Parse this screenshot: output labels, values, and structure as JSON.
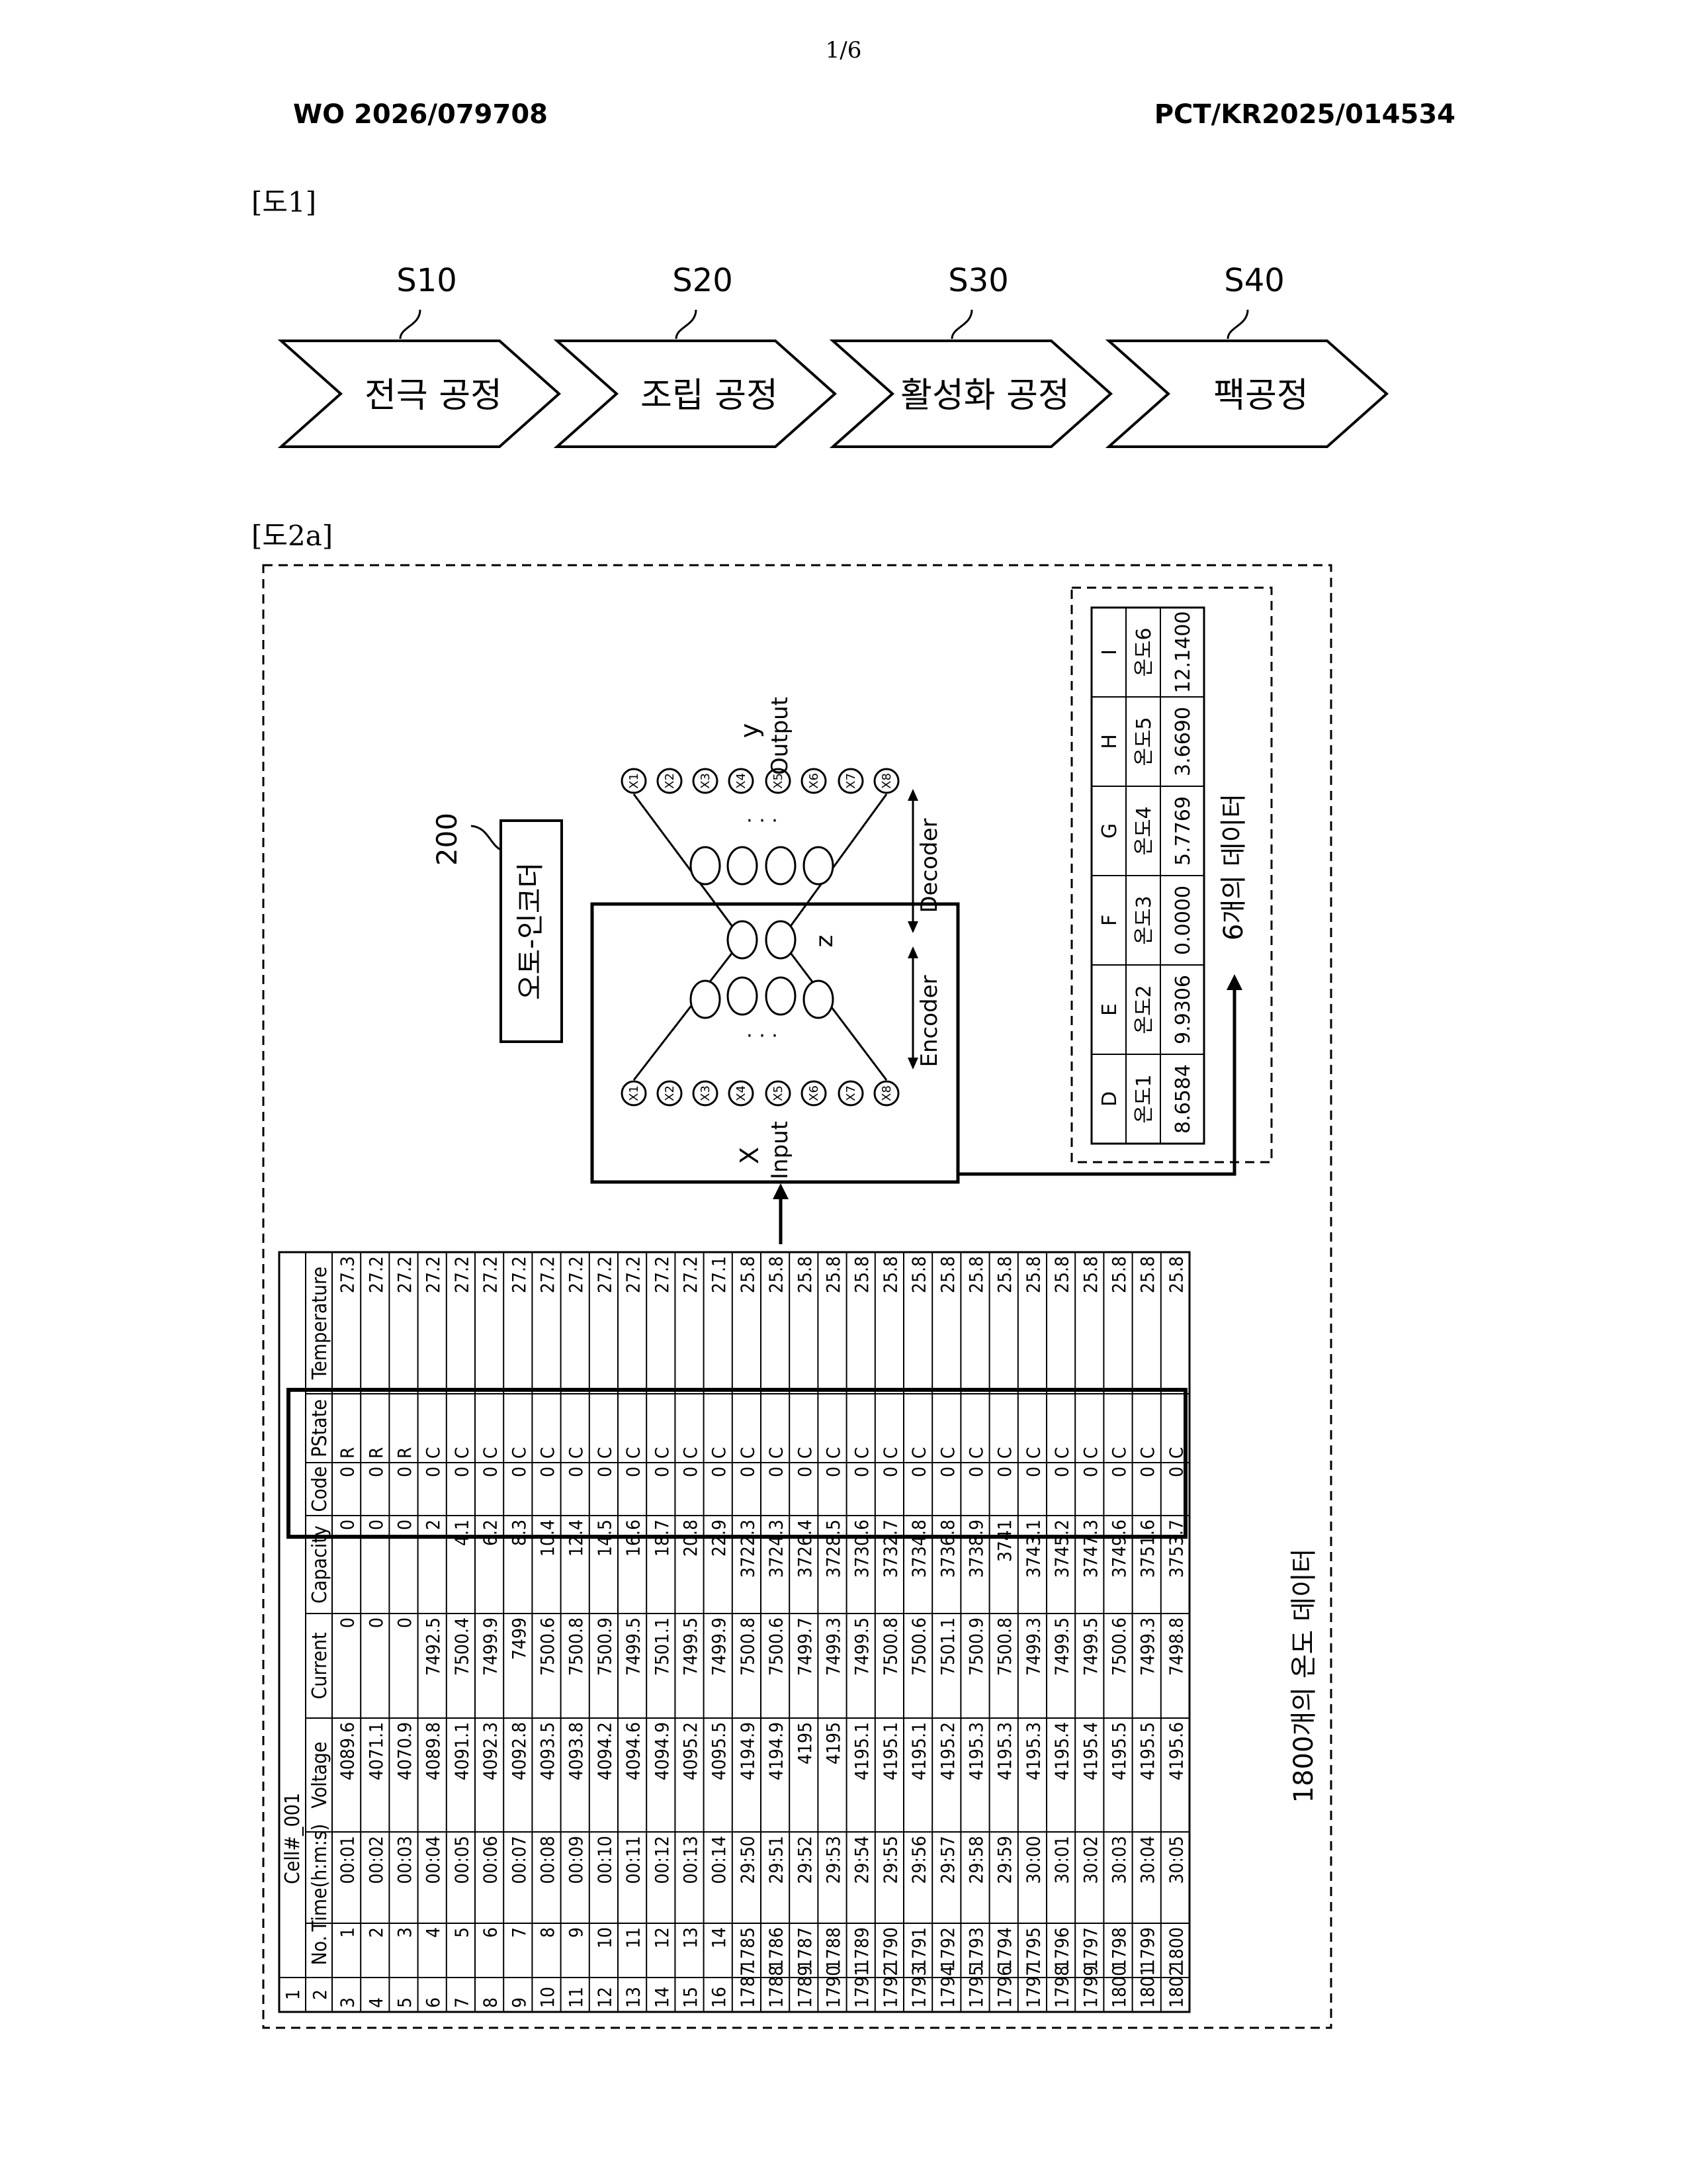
{
  "page": {
    "page_number": "1/6",
    "pub_number": "WO 2026/079708",
    "app_number": "PCT/KR2025/014534"
  },
  "fig1": {
    "label": "[도1]",
    "steps": [
      {
        "code": "S10",
        "name": "전극 공정"
      },
      {
        "code": "S20",
        "name": "조립 공정"
      },
      {
        "code": "S30",
        "name": "활성화 공정"
      },
      {
        "code": "S40",
        "name": "팩공정"
      }
    ]
  },
  "fig2a": {
    "label": "[도2a]",
    "ref_200": "200",
    "autoencoder_label": "오토-인코더",
    "input_label": "Input",
    "input_var": "X",
    "output_label": "Output",
    "output_var": "y",
    "encoder_label": "Encoder",
    "decoder_label": "Decoder",
    "latent_label": "z",
    "ellipsis": "· · ·",
    "input_nodes": [
      "X1",
      "X2",
      "X3",
      "X4",
      "X5",
      "X6",
      "X7",
      "X8"
    ],
    "output_nodes": [
      "X1",
      "X2",
      "X3",
      "X4",
      "X5",
      "X6",
      "X7",
      "X8"
    ],
    "caption_1800": "1800개의 온도 데이터",
    "caption_6": "6개의 데이터",
    "temp_table": {
      "headers": [
        "D",
        "E",
        "F",
        "G",
        "H",
        "I"
      ],
      "names": [
        "온도1",
        "온도2",
        "온도3",
        "온도4",
        "온도5",
        "온도6"
      ],
      "values": [
        "8.6584",
        "9.9306",
        "0.0000",
        "5.7769",
        "3.6690",
        "12.1400"
      ]
    },
    "data_table": {
      "cell_id": "Cell#_001",
      "row_header_1": "1",
      "row_header_2": "2",
      "columns": [
        "No.",
        "Time(h:m:s)",
        "Voltage",
        "Current",
        "Capacity",
        "Code",
        "PState",
        "Temperature"
      ],
      "rows": [
        [
          "3",
          "1",
          "00:01",
          "4089.6",
          "0",
          "0",
          "0",
          "R",
          "27.3"
        ],
        [
          "4",
          "2",
          "00:02",
          "4071.1",
          "0",
          "0",
          "0",
          "R",
          "27.2"
        ],
        [
          "5",
          "3",
          "00:03",
          "4070.9",
          "0",
          "0",
          "0",
          "R",
          "27.2"
        ],
        [
          "6",
          "4",
          "00:04",
          "4089.8",
          "7492.5",
          "2",
          "0",
          "C",
          "27.2"
        ],
        [
          "7",
          "5",
          "00:05",
          "4091.1",
          "7500.4",
          "4.1",
          "0",
          "C",
          "27.2"
        ],
        [
          "8",
          "6",
          "00:06",
          "4092.3",
          "7499.9",
          "6.2",
          "0",
          "C",
          "27.2"
        ],
        [
          "9",
          "7",
          "00:07",
          "4092.8",
          "7499",
          "8.3",
          "0",
          "C",
          "27.2"
        ],
        [
          "10",
          "8",
          "00:08",
          "4093.5",
          "7500.6",
          "10.4",
          "0",
          "C",
          "27.2"
        ],
        [
          "11",
          "9",
          "00:09",
          "4093.8",
          "7500.8",
          "12.4",
          "0",
          "C",
          "27.2"
        ],
        [
          "12",
          "10",
          "00:10",
          "4094.2",
          "7500.9",
          "14.5",
          "0",
          "C",
          "27.2"
        ],
        [
          "13",
          "11",
          "00:11",
          "4094.6",
          "7499.5",
          "16.6",
          "0",
          "C",
          "27.2"
        ],
        [
          "14",
          "12",
          "00:12",
          "4094.9",
          "7501.1",
          "18.7",
          "0",
          "C",
          "27.2"
        ],
        [
          "15",
          "13",
          "00:13",
          "4095.2",
          "7499.5",
          "20.8",
          "0",
          "C",
          "27.2"
        ],
        [
          "16",
          "14",
          "00:14",
          "4095.5",
          "7499.9",
          "22.9",
          "0",
          "C",
          "27.1"
        ],
        [
          "1787",
          "1785",
          "29:50",
          "4194.9",
          "7500.8",
          "3722.3",
          "0",
          "C",
          "25.8"
        ],
        [
          "1788",
          "1786",
          "29:51",
          "4194.9",
          "7500.6",
          "3724.3",
          "0",
          "C",
          "25.8"
        ],
        [
          "1789",
          "1787",
          "29:52",
          "4195",
          "7499.7",
          "3726.4",
          "0",
          "C",
          "25.8"
        ],
        [
          "1790",
          "1788",
          "29:53",
          "4195",
          "7499.3",
          "3728.5",
          "0",
          "C",
          "25.8"
        ],
        [
          "1791",
          "1789",
          "29:54",
          "4195.1",
          "7499.5",
          "3730.6",
          "0",
          "C",
          "25.8"
        ],
        [
          "1792",
          "1790",
          "29:55",
          "4195.1",
          "7500.8",
          "3732.7",
          "0",
          "C",
          "25.8"
        ],
        [
          "1793",
          "1791",
          "29:56",
          "4195.1",
          "7500.6",
          "3734.8",
          "0",
          "C",
          "25.8"
        ],
        [
          "1794",
          "1792",
          "29:57",
          "4195.2",
          "7501.1",
          "3736.8",
          "0",
          "C",
          "25.8"
        ],
        [
          "1795",
          "1793",
          "29:58",
          "4195.3",
          "7500.9",
          "3738.9",
          "0",
          "C",
          "25.8"
        ],
        [
          "1796",
          "1794",
          "29:59",
          "4195.3",
          "7500.8",
          "3741",
          "0",
          "C",
          "25.8"
        ],
        [
          "1797",
          "1795",
          "30:00",
          "4195.3",
          "7499.3",
          "3743.1",
          "0",
          "C",
          "25.8"
        ],
        [
          "1798",
          "1796",
          "30:01",
          "4195.4",
          "7499.5",
          "3745.2",
          "0",
          "C",
          "25.8"
        ],
        [
          "1799",
          "1797",
          "30:02",
          "4195.4",
          "7499.5",
          "3747.3",
          "0",
          "C",
          "25.8"
        ],
        [
          "1800",
          "1798",
          "30:03",
          "4195.5",
          "7500.6",
          "3749.6",
          "0",
          "C",
          "25.8"
        ],
        [
          "1801",
          "1799",
          "30:04",
          "4195.5",
          "7499.3",
          "3751.6",
          "0",
          "C",
          "25.8"
        ],
        [
          "1802",
          "1800",
          "30:05",
          "4195.6",
          "7498.8",
          "3753.7",
          "0",
          "C",
          "25.8"
        ]
      ]
    }
  }
}
